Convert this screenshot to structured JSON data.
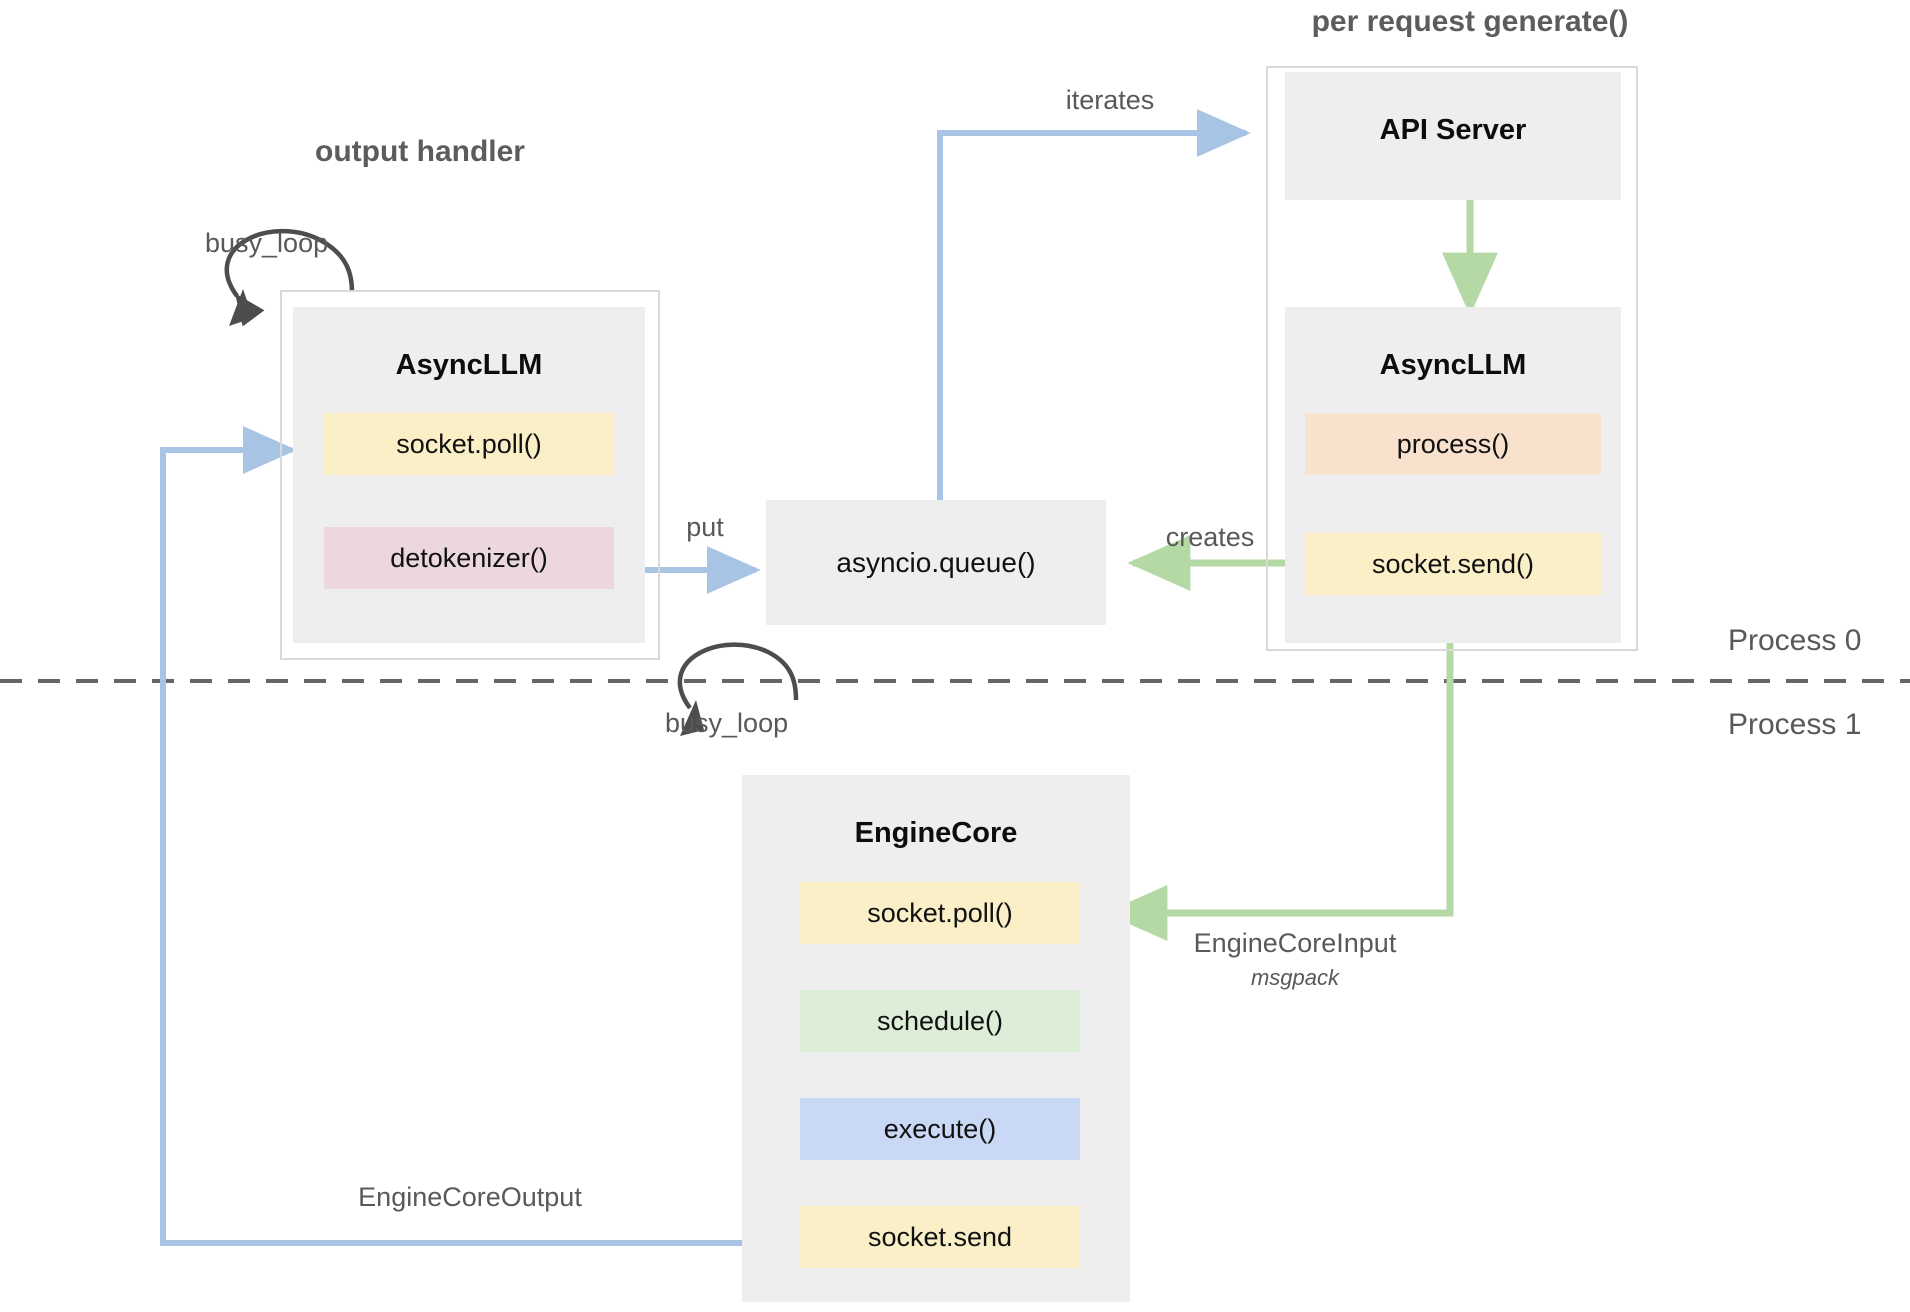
{
  "diagram": {
    "title_output_handler": "output handler",
    "title_per_request": "per request generate()",
    "process_top": "Process 0",
    "process_bottom": "Process 1"
  },
  "output_handler": {
    "loop_label": "busy_loop",
    "panel_title": "AsyncLLM",
    "boxes": [
      {
        "label": "socket.poll()",
        "color": "#fbefc8"
      },
      {
        "label": "detokenizer()",
        "color": "#ecd7e1"
      }
    ]
  },
  "queue": {
    "label": "asyncio.queue()"
  },
  "per_request": {
    "api_server_title": "API Server",
    "asyncllm_title": "AsyncLLM",
    "boxes": [
      {
        "label": "process()",
        "color": "#f9e2cd"
      },
      {
        "label": "socket.send()",
        "color": "#fbefc8"
      }
    ]
  },
  "engine_core": {
    "loop_label": "busy_loop",
    "panel_title": "EngineCore",
    "boxes": [
      {
        "label": "socket.poll()",
        "color": "#fbefc8"
      },
      {
        "label": "schedule()",
        "color": "#dceed8"
      },
      {
        "label": "execute()",
        "color": "#c8d8f5"
      },
      {
        "label": "socket.send",
        "color": "#fbefc8"
      }
    ]
  },
  "edges": {
    "iterates": "iterates",
    "put": "put",
    "creates": "creates",
    "engine_core_input": "EngineCoreInput",
    "engine_core_input_sub": "msgpack",
    "engine_core_output": "EngineCoreOutput"
  },
  "colors": {
    "arrow_blue": "#a8c4e5",
    "arrow_green": "#b5d9a4",
    "arrow_dark": "#4d4d4d",
    "divider": "#666666",
    "panel_gray": "#eeeeee",
    "frame_border": "#d9d9d9"
  }
}
